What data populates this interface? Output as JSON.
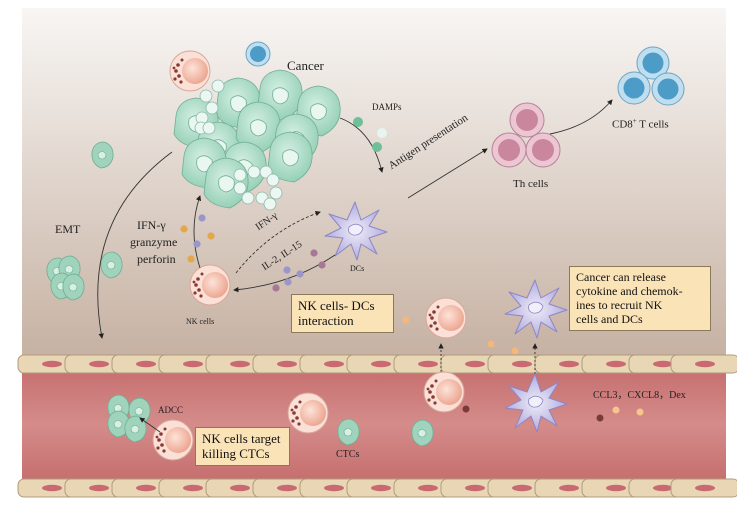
{
  "diagram": {
    "labels": {
      "cancer": "Cancer",
      "damps": "DAMPs",
      "antigen_presentation": "Antigen presentation",
      "th_cells": "Th cells",
      "cd8_t_cells": "CD8",
      "cd8_superscript": "+",
      "cd8_suffix": " T cells",
      "emt": "EMT",
      "ifn_gamma_left": "IFN-γ",
      "granzyme": "granzyme",
      "perforin": "perforin",
      "ifn_gamma_arrow": "IFN-γ",
      "il2_il15": "IL-2, IL-15",
      "dcs": "DCs",
      "nk_cells": "NK cells",
      "adcc": "ADCC",
      "ctcs": "CTCs",
      "chemokines": "CCL3，CXCL8，Dex"
    },
    "boxes": {
      "nk_dc_interaction": [
        "NK cells- DCs",
        "interaction"
      ],
      "recruit": [
        "Cancer can release",
        "cytokine and chemok-",
        "ines to recruit NK",
        "cells and DCs"
      ],
      "target_killing": [
        "NK cells target",
        "killing CTCs"
      ]
    },
    "colors": {
      "tissue_top": "#f7f4f1",
      "tissue_bottom": "#c7b2a3",
      "vessel": "#c97372",
      "endothelial": "#e8d6b5",
      "cancer_cell": "#a8d8c2",
      "dc": "#b8b4e0",
      "th_cell": "#d9a3b5",
      "cd8_cell": "#7cc0dc",
      "nk_cell": "#f3c4b4",
      "label_box": "#fbe3b8"
    }
  }
}
